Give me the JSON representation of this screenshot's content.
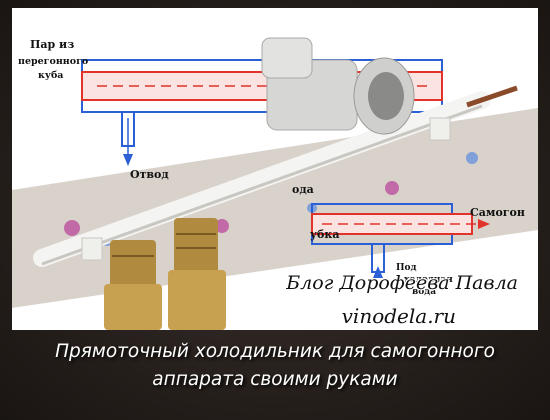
{
  "diagram": {
    "label_steam": "Пар из",
    "label_source_1": "перегонного",
    "label_source_2": "куба",
    "label_drain": "Отвод",
    "label_water_suffix": "ода",
    "label_tube_suffix": "убка",
    "label_output": "Самогон",
    "label_inlet_1": "Под",
    "label_inlet_2": "холодная",
    "label_inlet_3": "вода"
  },
  "watermark": {
    "blog": "Блог Дорофеева Павла",
    "site": "vinodela.ru"
  },
  "caption": {
    "line1": "Прямоточный холодильник для самогонного",
    "line2": "аппарата своими руками"
  },
  "colors": {
    "steam_pipe": "#e2332b",
    "water_pipe": "#2a5fd6",
    "background": "#2a2320",
    "caption": "#ffffff"
  }
}
